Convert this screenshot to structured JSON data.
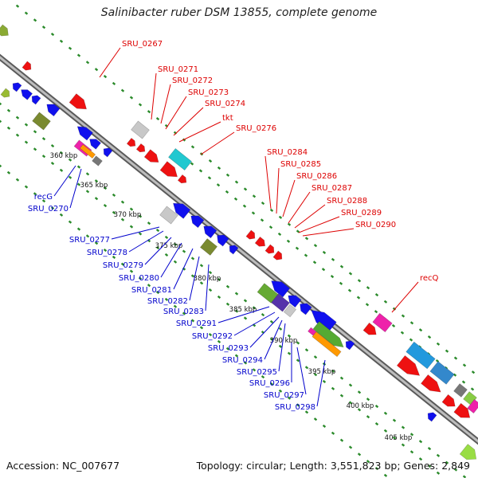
{
  "header": {
    "title": "Salinibacter ruber DSM 13855, complete genome"
  },
  "footer": {
    "accession": "Accession: NC_007677",
    "summary": "Topology: circular; Length: 3,551,823 bp; Genes: 2,849"
  },
  "colors": {
    "forward_label": "#dd0000",
    "reverse_label": "#0000cc",
    "backbone": "#808080",
    "tick_dots": "#2a8a2a"
  },
  "scale_ticks": [
    "360 kbp",
    "365 kbp",
    "370 kbp",
    "375 kbp",
    "380 kbp",
    "385 kbp",
    "390 kbp",
    "395 kbp",
    "400 kbp",
    "405 kbp"
  ],
  "forward_labels": [
    "SRU_0267",
    "SRU_0271",
    "SRU_0272",
    "SRU_0273",
    "SRU_0274",
    "tkt",
    "SRU_0276",
    "SRU_0284",
    "SRU_0285",
    "SRU_0286",
    "SRU_0287",
    "SRU_0288",
    "SRU_0289",
    "SRU_0290",
    "recQ"
  ],
  "reverse_labels": [
    "recG",
    "SRU_0270",
    "SRU_0277",
    "SRU_0278",
    "SRU_0279",
    "SRU_0280",
    "SRU_0281",
    "SRU_0282",
    "SRU_0283",
    "SRU_0291",
    "SRU_0292",
    "SRU_0293",
    "SRU_0294",
    "SRU_0295",
    "SRU_0296",
    "SRU_0297",
    "SRU_0298"
  ]
}
